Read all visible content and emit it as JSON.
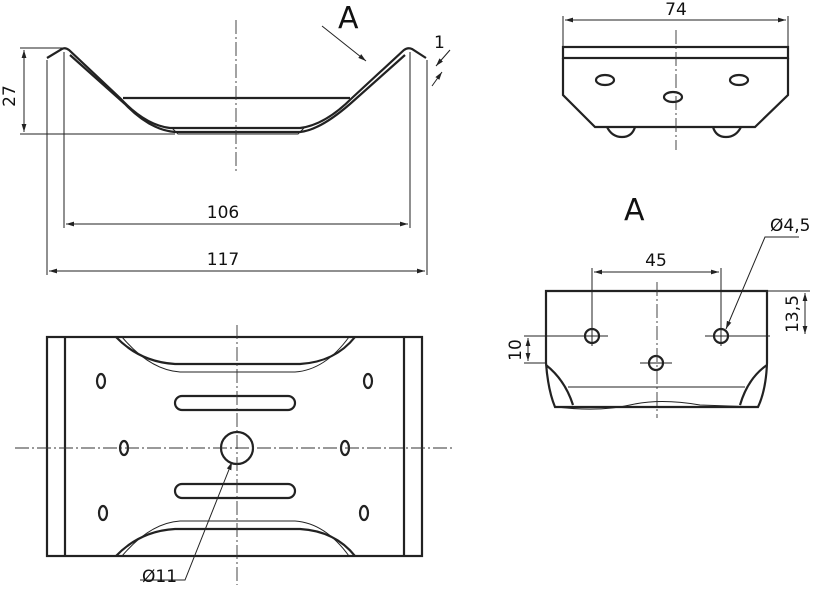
{
  "front_view": {
    "dim_height": "27",
    "dim_inner_width": "106",
    "dim_outer_width": "117",
    "dim_thickness": "1",
    "view_marker": "A"
  },
  "side_view": {
    "dim_width": "74"
  },
  "view_a": {
    "title": "A",
    "dim_hole_spacing": "45",
    "dim_hole_diameter": "Ø4,5",
    "dim_top_offset": "13,5",
    "dim_vertical_offset": "10"
  },
  "plan_view": {
    "dim_center_hole": "Ø11"
  }
}
